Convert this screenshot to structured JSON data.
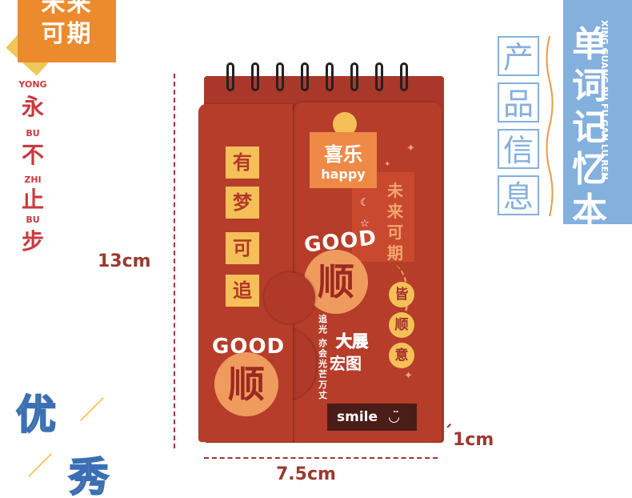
{
  "left_banner": {
    "line1": "未来",
    "line2": "可期"
  },
  "slogan": [
    {
      "pinyin": "YONG",
      "char": "永"
    },
    {
      "pinyin": "BU",
      "char": "不"
    },
    {
      "pinyin": "ZHI",
      "char": "止"
    },
    {
      "pinyin": "BU",
      "char": "步"
    }
  ],
  "dimensions": {
    "height": "13cm",
    "width": "7.5cm",
    "thickness": "1cm"
  },
  "bottom_left": {
    "char1": "优",
    "char2": "秀"
  },
  "info_label": [
    "产",
    "品",
    "信",
    "息"
  ],
  "product_box": {
    "title": "单词记忆本",
    "pinyin": "XING GUANG BU FU GAN LU REN"
  },
  "notebook": {
    "left_flap": {
      "squares": [
        "有",
        "梦",
        "可",
        "追"
      ],
      "good": "GOOD",
      "circle_char": "顺"
    },
    "right_flap": {
      "joy_box": {
        "title": "喜乐",
        "subtitle": "happy"
      },
      "future_box": [
        "未",
        "来",
        "可",
        "期"
      ],
      "good": "GOOD",
      "circle_char": "顺",
      "dots": [
        "皆",
        "顺",
        "意"
      ],
      "grand": {
        "line1": "大展",
        "line2": "宏图"
      },
      "vertical_top": "追光",
      "vertical_bottom": "亦会光芒万丈",
      "smile": "smile"
    }
  },
  "colors": {
    "cover": "#b63d2a",
    "orange": "#ee8a45",
    "yellow": "#f4c057",
    "blue": "#84b0de",
    "dimension": "#9b3a2e"
  }
}
